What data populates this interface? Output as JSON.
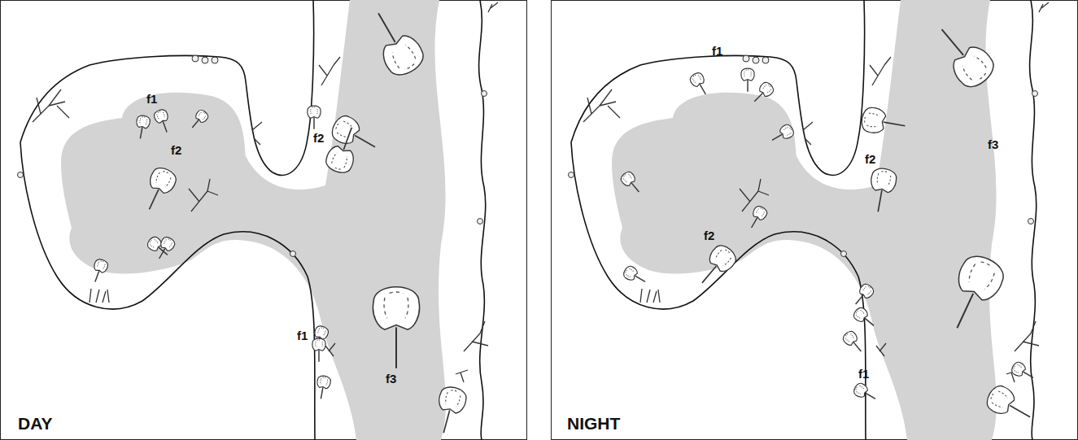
{
  "diagram": {
    "labels": [
      "f1",
      "f2",
      "f2",
      "f3",
      "f1",
      "DAY",
      "f1",
      "f2",
      "f3",
      "f2",
      "f1",
      "NIGHT"
    ]
  }
}
